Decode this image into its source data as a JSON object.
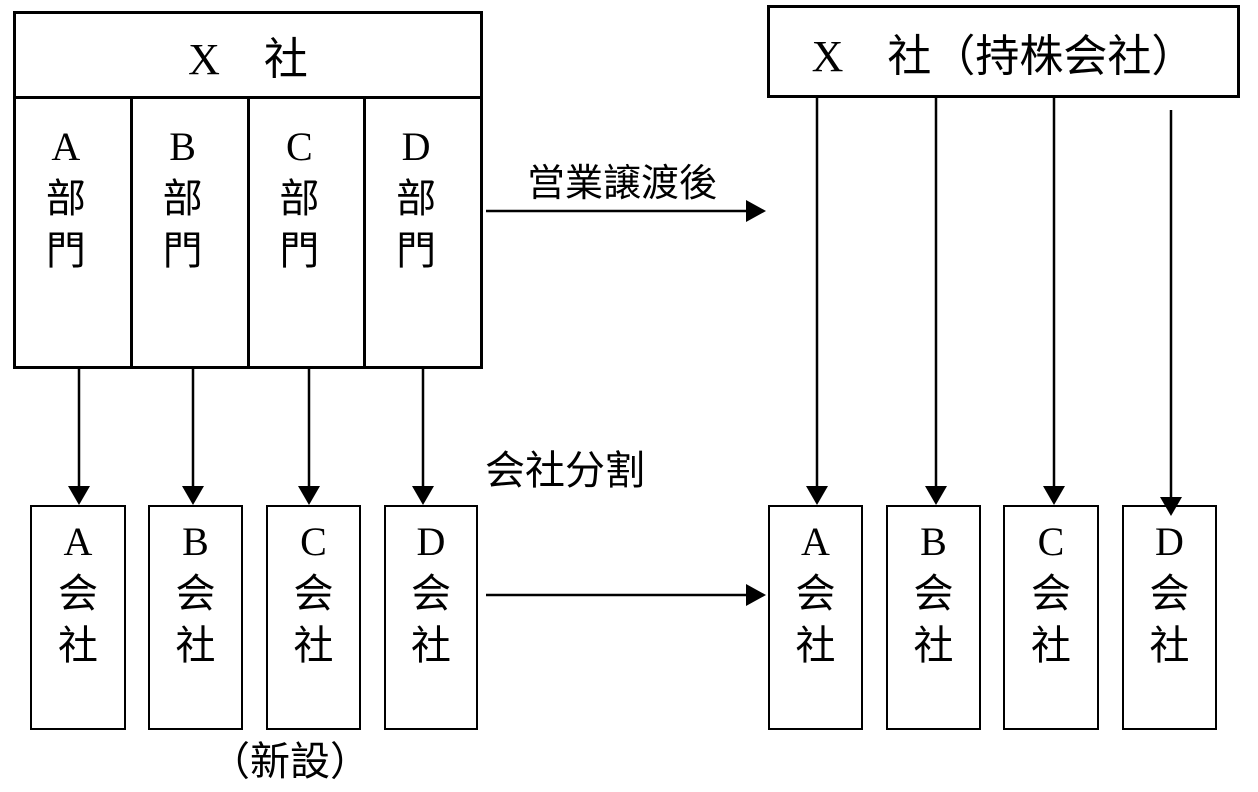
{
  "diagram": {
    "left_group": {
      "parent_title": "X　社",
      "departments": [
        {
          "label": "A\n部\n門"
        },
        {
          "label": "B\n部\n門"
        },
        {
          "label": "C\n部\n門"
        },
        {
          "label": "D\n部\n門"
        }
      ],
      "companies": [
        {
          "label": "A\n会\n社"
        },
        {
          "label": "B\n会\n社"
        },
        {
          "label": "C\n会\n社"
        },
        {
          "label": "D\n会\n社"
        }
      ],
      "note": "（新設）"
    },
    "right_group": {
      "parent_title": "X　社（持株会社）",
      "companies": [
        {
          "label": "A\n会\n社"
        },
        {
          "label": "B\n会\n社"
        },
        {
          "label": "C\n会\n社"
        },
        {
          "label": "D\n会\n社"
        }
      ]
    },
    "labels": {
      "transfer": "営業譲渡後",
      "split": "会社分割"
    },
    "colors": {
      "line": "#000000",
      "background": "#ffffff",
      "text": "#000000"
    }
  }
}
